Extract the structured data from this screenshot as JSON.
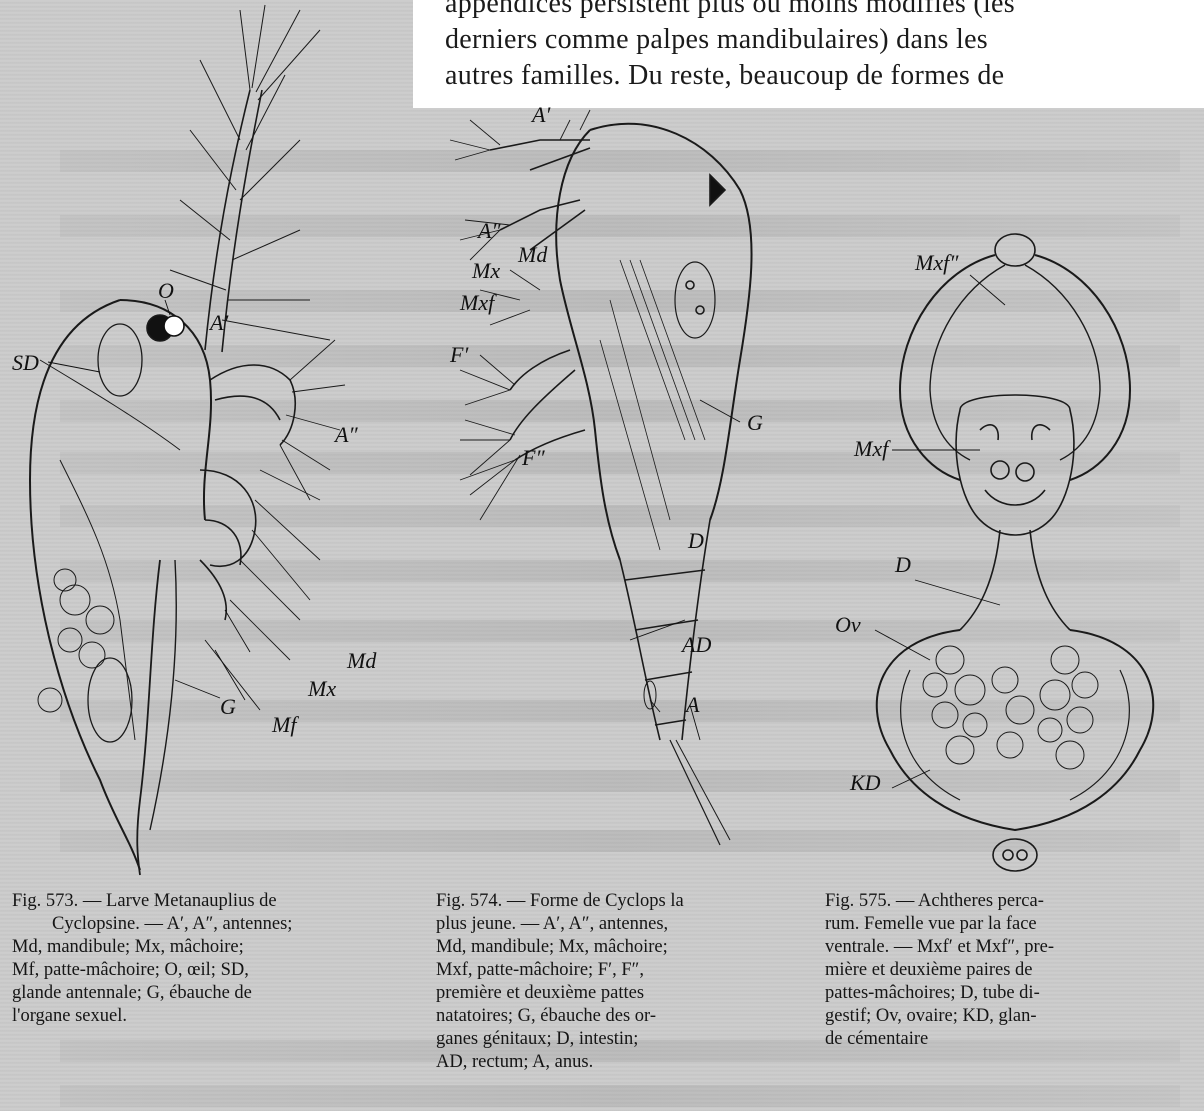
{
  "top_paragraph": {
    "line1": "appendices persistent plus ou moins modifiés (les",
    "line2": "derniers comme palpes  mandibulaires)  dans les",
    "line3": "autres familles. Du reste, beaucoup de  formes de"
  },
  "fig573": {
    "labels": {
      "a1": "A′",
      "o": "O",
      "sd": "SD",
      "a2": "A″",
      "md": "Md",
      "mx": "Mx",
      "mf": "Mf",
      "g": "G"
    },
    "caption": [
      "Fig. 573. — Larve Metanauplius de",
      "Cyclopsine. — A′, A″, antennes;",
      "Md, mandibule; Mx, mâchoire;",
      "Mf, patte-mâchoire; O, œil; SD,",
      "glande antennale; G, ébauche de",
      "l'organe sexuel."
    ]
  },
  "fig574": {
    "labels": {
      "a1": "A′",
      "a2": "A″",
      "mx": "Mx",
      "md": "Md",
      "mxf": "Mxf",
      "f1": "F′",
      "f2": "F″",
      "g": "G",
      "d": "D",
      "ad": "AD",
      "a": "A"
    },
    "caption": [
      "Fig. 574. — Forme de Cyclops la",
      "plus jeune. — A′, A″, antennes,",
      "Md, mandibule; Mx, mâchoire;",
      "Mxf, patte-mâchoire; F′, F″,",
      "première et deuxième pattes",
      "natatoires; G, ébauche des or-",
      "ganes génitaux; D, intestin;",
      "AD, rectum; A, anus."
    ]
  },
  "fig575": {
    "labels": {
      "mxf2": "Mxf″",
      "mxf": "Mxf",
      "d": "D",
      "ov": "Ov",
      "kd": "KD"
    },
    "caption": [
      "Fig. 575. — Achtheres perca-",
      "rum. Femelle vue par la face",
      "ventrale. — Mxf′ et Mxf″, pre-",
      "mière et deuxième paires de",
      "pattes-mâchoires; D, tube di-",
      "gestif; Ov, ovaire; KD, glan-",
      "de cémentaire"
    ]
  }
}
